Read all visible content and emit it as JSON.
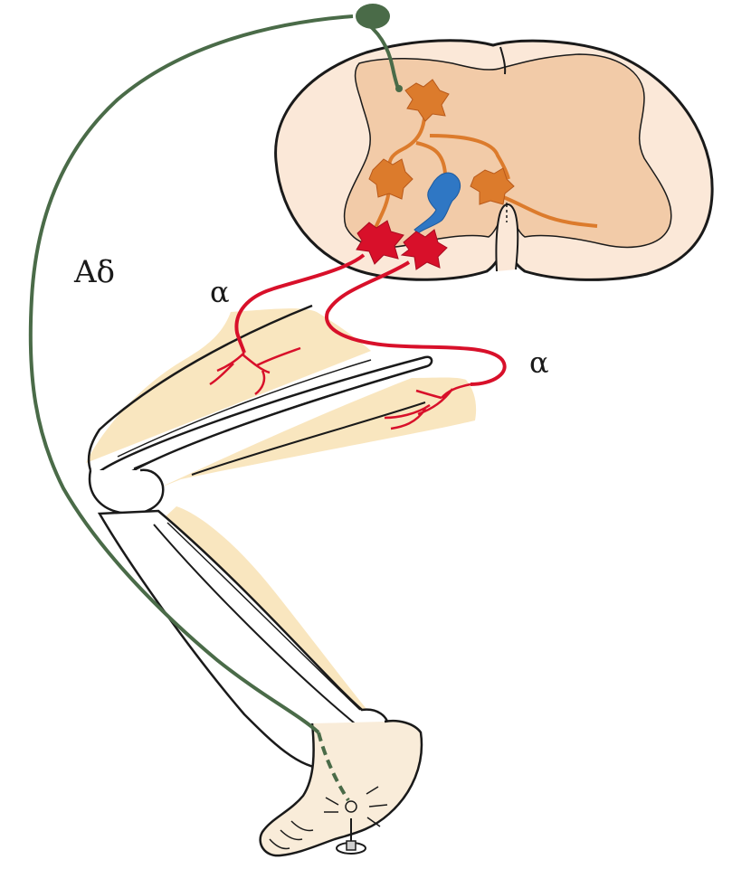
{
  "labels": {
    "afferent_fiber": "Aδ",
    "motor_neuron_upper": "α",
    "motor_neuron_lower": "α"
  },
  "colors": {
    "afferent": "#4a6b48",
    "motor": "#d8102a",
    "interneuron_excitatory": "#dc7b2c",
    "interneuron_inhibitory": "#2f77c4",
    "spinal_white_matter": "#fbe8d8",
    "spinal_gray_matter": "#f2cba8",
    "muscle": "#f9e6bf",
    "skin": "#f9ecd9",
    "outline": "#1a1a1a"
  }
}
